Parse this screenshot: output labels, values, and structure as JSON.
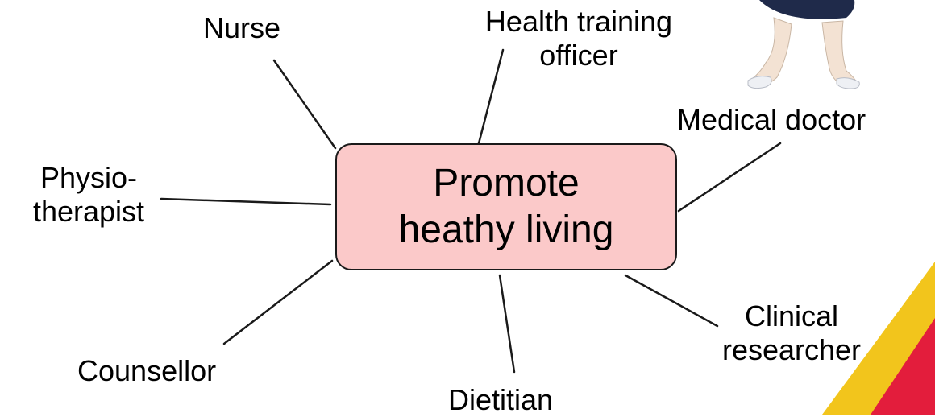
{
  "center": {
    "line1": "Promote",
    "line2": "heathy living",
    "fill_color": "#fbc9c9",
    "border_color": "#1a1a1a"
  },
  "nodes": {
    "nurse": [
      "Nurse"
    ],
    "health_training_officer": [
      "Health training",
      "officer"
    ],
    "medical_doctor": [
      "Medical doctor"
    ],
    "physiotherapist": [
      "Physio-",
      "therapist"
    ],
    "counsellor": [
      "Counsellor"
    ],
    "dietitian": [
      "Dietitian"
    ],
    "clinical_researcher": [
      "Clinical",
      "researcher"
    ]
  },
  "decoration": {
    "corner_colors": [
      "#f2c51c",
      "#e31d3c"
    ],
    "figure_icon": "cartoon-legs-icon"
  }
}
